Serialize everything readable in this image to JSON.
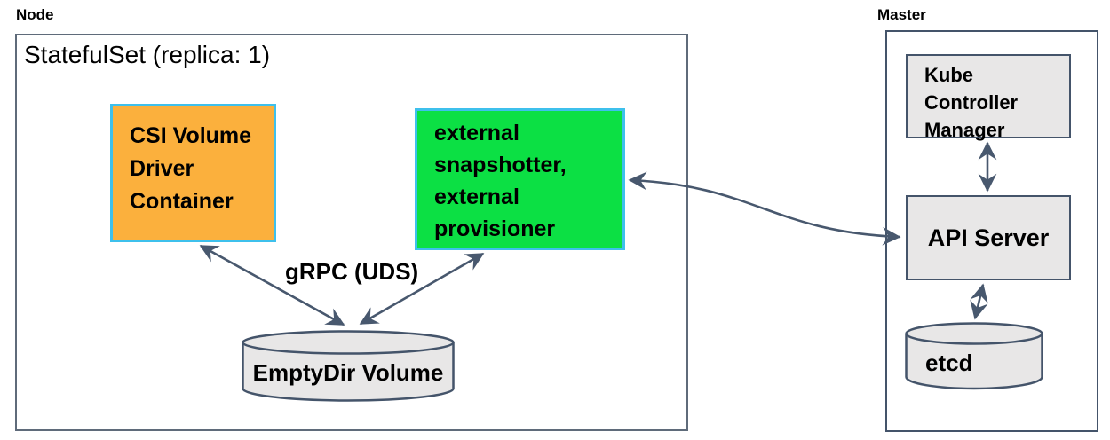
{
  "diagram": {
    "node": {
      "label": "Node",
      "statefulset_label": "StatefulSet (replica: 1)",
      "csi_driver_box": {
        "lines": [
          "CSI Volume",
          "Driver",
          "Container"
        ]
      },
      "external_box": {
        "lines": [
          "external",
          "snapshotter,",
          "external",
          "provisioner"
        ]
      },
      "emptydir_cylinder": {
        "label": "EmptyDir Volume"
      },
      "grpc_label": "gRPC (UDS)"
    },
    "master": {
      "label": "Master",
      "kube_controller_manager_box": {
        "lines": [
          "Kube",
          "Controller",
          "Manager"
        ]
      },
      "api_server_box": {
        "label": "API Server"
      },
      "etcd_cylinder": {
        "label": "etcd"
      }
    }
  },
  "colors": {
    "orange_fill": "#FBB03D",
    "green_fill": "#0CE044",
    "cyan_border": "#3EC0EC",
    "gray_fill": "#E8E7E7",
    "slate_border": "#44546A",
    "outer_border": "#5F6B7A",
    "arrow_color": "#48586E",
    "text_color": "#000000",
    "bg_color": "#FFFFFF"
  }
}
